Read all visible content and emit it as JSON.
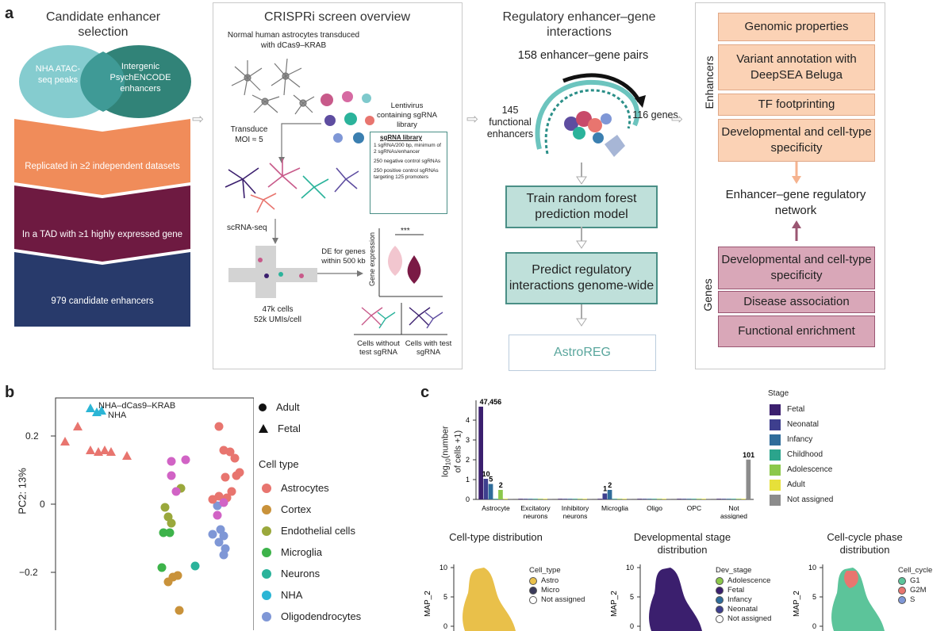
{
  "panel_labels": {
    "a": "a",
    "b": "b",
    "c": "c"
  },
  "col1": {
    "title": "Candidate enhancer selection",
    "venn_left": "NHA ATAC-seq peaks",
    "venn_right": "Intergenic PsychENCODE enhancers",
    "step1": "Replicated in ≥2 independent datasets",
    "step2": "In a TAD with ≥1 highly expressed gene",
    "step3": "979 candidate enhancers"
  },
  "col2": {
    "title": "CRISPRi screen overview",
    "intro": "Normal human astrocytes transduced with dCas9–KRAB",
    "lenti": "Lentivirus containing sgRNA library",
    "transduce": "Transduce MOI ≈ 5",
    "lib_title": "sgRNA library",
    "lib_items": [
      "1 sgRNA/200 bp, minimum of 2 sgRNAs/enhancer",
      "250 negative control sgRNAs",
      "250 positive control sgRNAs targeting 125 promoters"
    ],
    "scrna": "scRNA-seq",
    "de": "DE for genes within 500 kb",
    "stars": "***",
    "gene_expr": "Gene expression",
    "cells": "47k cells",
    "umis": "52k UMIs/cell",
    "cells_without": "Cells without test sgRNA",
    "cells_with": "Cells with test sgRNA"
  },
  "col3": {
    "title": "Regulatory enhancer–gene interactions",
    "pairs": "158 enhancer–gene pairs",
    "functional": "145 functional enhancers",
    "genes": "116 genes",
    "train": "Train random forest prediction model",
    "predict": "Predict regulatory interactions genome-wide",
    "astroreg": "AstroREG"
  },
  "col4": {
    "enhancers_label": "Enhancers",
    "genes_label": "Genes",
    "enh_boxes": [
      "Genomic properties",
      "Variant annotation with DeepSEA Beluga",
      "TF footprinting",
      "Developmental and cell-type specificity"
    ],
    "network": "Enhancer–gene regulatory network",
    "gene_boxes": [
      "Developmental and cell-type specificity",
      "Disease association",
      "Functional enrichment"
    ]
  },
  "pca": {
    "ylabel": "PC2: 13%",
    "yticks": [
      "0.2",
      "0",
      "−0.2"
    ],
    "annot1": "NHA–dCas9–KRAB",
    "annot2": "NHA",
    "shape_legend": [
      "Adult",
      "Fetal"
    ],
    "celltype_title": "Cell type",
    "celltypes": [
      {
        "name": "Astrocytes",
        "color": "#e8756f"
      },
      {
        "name": "Cortex",
        "color": "#c9923a"
      },
      {
        "name": "Endothelial cells",
        "color": "#9aa83c"
      },
      {
        "name": "Microglia",
        "color": "#3db34a"
      },
      {
        "name": "Neurons",
        "color": "#2bb39b"
      },
      {
        "name": "NHA",
        "color": "#2bb5d5"
      },
      {
        "name": "Oligodendrocytes",
        "color": "#7f97d6"
      }
    ]
  },
  "chart_data": {
    "type": "bar",
    "ylabel": "log10(number of cells +1)",
    "ylim": [
      0,
      5
    ],
    "yticks": [
      "0",
      "1",
      "2",
      "3",
      "4"
    ],
    "categories": [
      "Astrocyte",
      "Excitatory neurons",
      "Inhibitory neurons",
      "Microglia",
      "Oligo",
      "OPC",
      "Not assigned"
    ],
    "series": [
      {
        "name": "Fetal",
        "color": "#3b1f6e",
        "values": [
          4.68,
          0,
          0,
          0,
          0,
          0,
          0
        ]
      },
      {
        "name": "Neonatal",
        "color": "#3e3f8e",
        "values": [
          1.04,
          0,
          0,
          0.3,
          0,
          0,
          0
        ]
      },
      {
        "name": "Infancy",
        "color": "#2f6c9a",
        "values": [
          0.78,
          0,
          0,
          0.48,
          0,
          0,
          0
        ]
      },
      {
        "name": "Childhood",
        "color": "#2ba48c",
        "values": [
          0,
          0,
          0,
          0,
          0,
          0,
          0
        ]
      },
      {
        "name": "Adolescence",
        "color": "#8cc84a",
        "values": [
          0.48,
          0,
          0,
          0,
          0,
          0,
          0
        ]
      },
      {
        "name": "Adult",
        "color": "#e6e03a",
        "values": [
          0,
          0,
          0,
          0,
          0,
          0,
          0
        ]
      },
      {
        "name": "Not assigned",
        "color": "#8c8c8c",
        "values": [
          0,
          0,
          0,
          0,
          0,
          0,
          2.01
        ]
      }
    ],
    "data_labels": [
      {
        "text": "47,456",
        "cat": 0
      },
      {
        "text": "10",
        "cat": 0
      },
      {
        "text": "5",
        "cat": 0
      },
      {
        "text": "2",
        "cat": 0
      },
      {
        "text": "1",
        "cat": 3
      },
      {
        "text": "2",
        "cat": 3
      },
      {
        "text": "101",
        "cat": 6
      }
    ],
    "legend_title": "Stage"
  },
  "umaps": [
    {
      "title": "Cell-type distribution",
      "legend_title": "Cell_type",
      "items": [
        {
          "name": "Astro",
          "color": "#e9c04a"
        },
        {
          "name": "Micro",
          "color": "#3a3a5a"
        },
        {
          "name": "Not assigned",
          "color": "#ffffff"
        }
      ],
      "ytick": [
        "10",
        "5",
        "0"
      ],
      "ylabel": "MAP_2"
    },
    {
      "title": "Developmental stage distribution",
      "legend_title": "Dev_stage",
      "items": [
        {
          "name": "Adolescence",
          "color": "#8cc84a"
        },
        {
          "name": "Fetal",
          "color": "#3b1f6e"
        },
        {
          "name": "Infancy",
          "color": "#2f6c9a"
        },
        {
          "name": "Neonatal",
          "color": "#3e3f8e"
        },
        {
          "name": "Not assigned",
          "color": "#ffffff"
        }
      ],
      "ytick": [
        "10",
        "5",
        "0"
      ],
      "ylabel": "MAP_2"
    },
    {
      "title": "Cell-cycle phase distribution",
      "legend_title": "Cell_cycle",
      "items": [
        {
          "name": "G1",
          "color": "#5cc49a"
        },
        {
          "name": "G2M",
          "color": "#e8756f"
        },
        {
          "name": "S",
          "color": "#7f97d6"
        }
      ],
      "ytick": [
        "10",
        "5",
        "0"
      ],
      "ylabel": "MAP_2"
    }
  ]
}
